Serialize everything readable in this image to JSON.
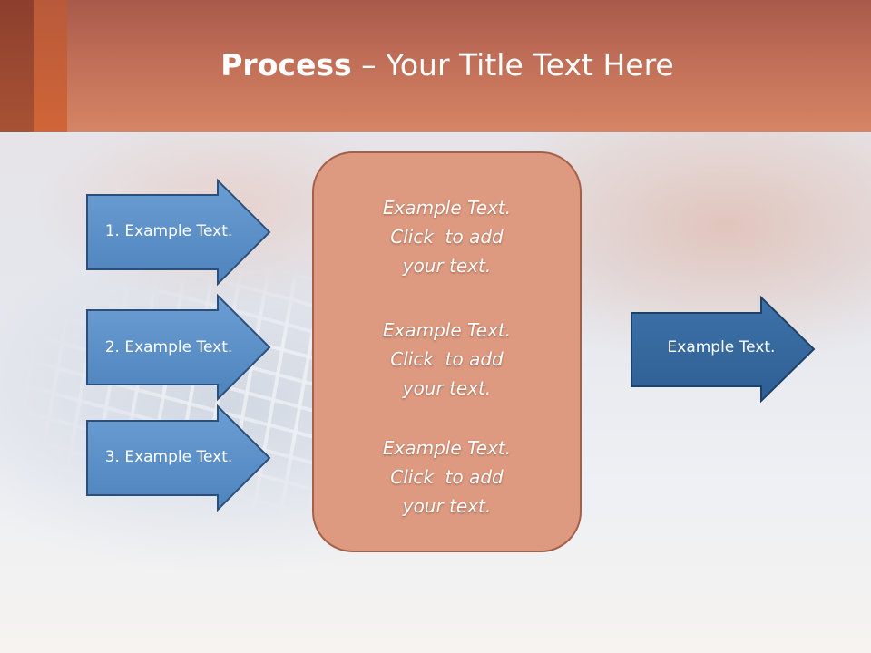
{
  "title": {
    "bold": "Process",
    "rest": " – Your Title Text Here"
  },
  "inputs": [
    {
      "label": "1. Example Text."
    },
    {
      "label": "2. Example Text."
    },
    {
      "label": "3. Example Text."
    }
  ],
  "center_box": {
    "blocks": [
      {
        "lines": [
          "Example Text.",
          "Click  to add",
          "your text."
        ]
      },
      {
        "lines": [
          "Example Text.",
          "Click  to add",
          "your text."
        ]
      },
      {
        "lines": [
          "Example Text.",
          "Click  to add",
          "your text."
        ]
      }
    ]
  },
  "output": {
    "label": "Example Text."
  },
  "colors": {
    "input_arrow": "#5b90c8",
    "output_arrow": "#35679d",
    "box_fill": "#dd9a80",
    "box_border": "#a5604a"
  }
}
